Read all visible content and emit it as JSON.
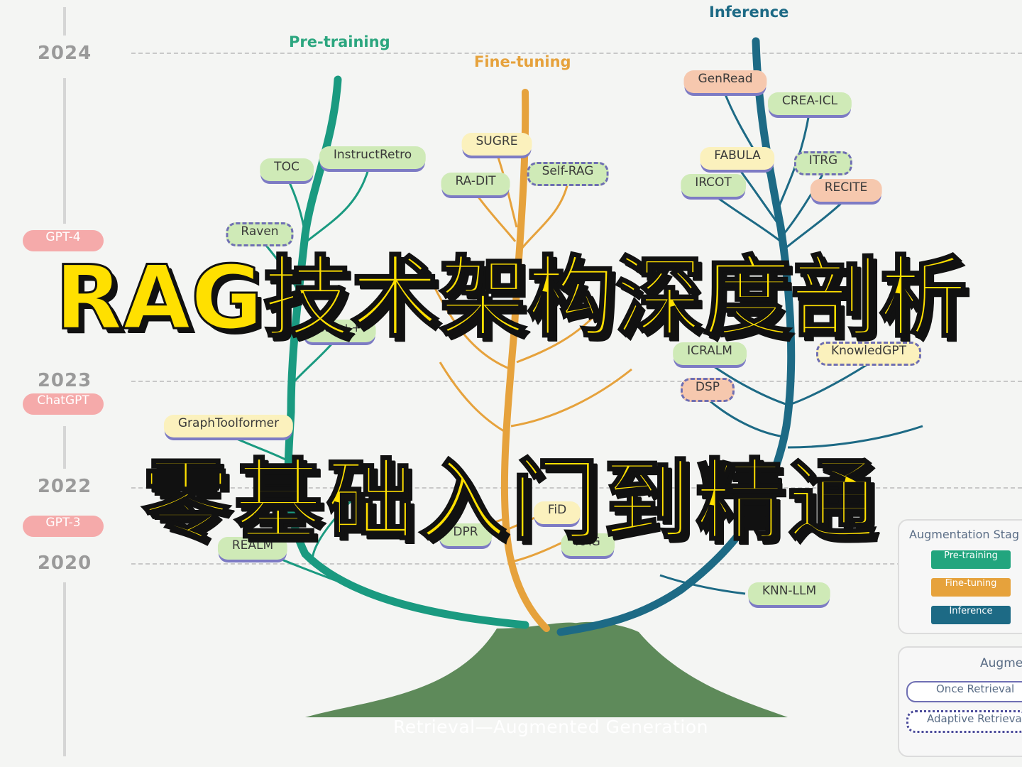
{
  "timeline": {
    "years": [
      "2024",
      "2023",
      "2022",
      "2020"
    ],
    "milestones": [
      "GPT-4",
      "ChatGPT",
      "GPT-3"
    ]
  },
  "branches": {
    "pretraining": {
      "label": "Pre-training",
      "color": "#1a9a80"
    },
    "finetuning": {
      "label": "Fine-tuning",
      "color": "#e6a23c"
    },
    "inference": {
      "label": "Inference",
      "color": "#1d6a85"
    }
  },
  "methods": {
    "toc": "TOC",
    "instructretro": "InstructRetro",
    "raven": "Raven",
    "retro_pp": "etro++",
    "graphtoolformer": "GraphToolformer",
    "realm": "REALM",
    "sugre": "SUGRE",
    "ra_dit": "RA-DIT",
    "self_rag": "Self-RAG",
    "dpr": "DPR",
    "fid": "FiD",
    "rag": "RAG",
    "genread": "GenRead",
    "crea_icl": "CREA-ICL",
    "fabula": "FABULA",
    "itrg": "ITRG",
    "ircot": "IRCOT",
    "recite": "RECITE",
    "icralm": "ICRALM",
    "knowledgpt": "KnowledGPT",
    "dsp": "DSP",
    "knn_llm": "KNN-LLM"
  },
  "trunk_label": "Retrieval—Augmented Generation",
  "legend_stage": {
    "title": "Augmentation Stag",
    "items": [
      "Pre-training",
      "Fine-tuning",
      "Inference"
    ]
  },
  "legend_process": {
    "title": "Augme",
    "once": "Once Retrieval",
    "adaptive": "Adaptive Retrieval"
  },
  "colors": {
    "headline_fill": "#ffe000",
    "headline_outline": "#111111",
    "trunk": "#5e8a5a"
  },
  "headline": {
    "line1": "RAG技术架构深度剖析",
    "line2": "零基础入门到精通"
  }
}
